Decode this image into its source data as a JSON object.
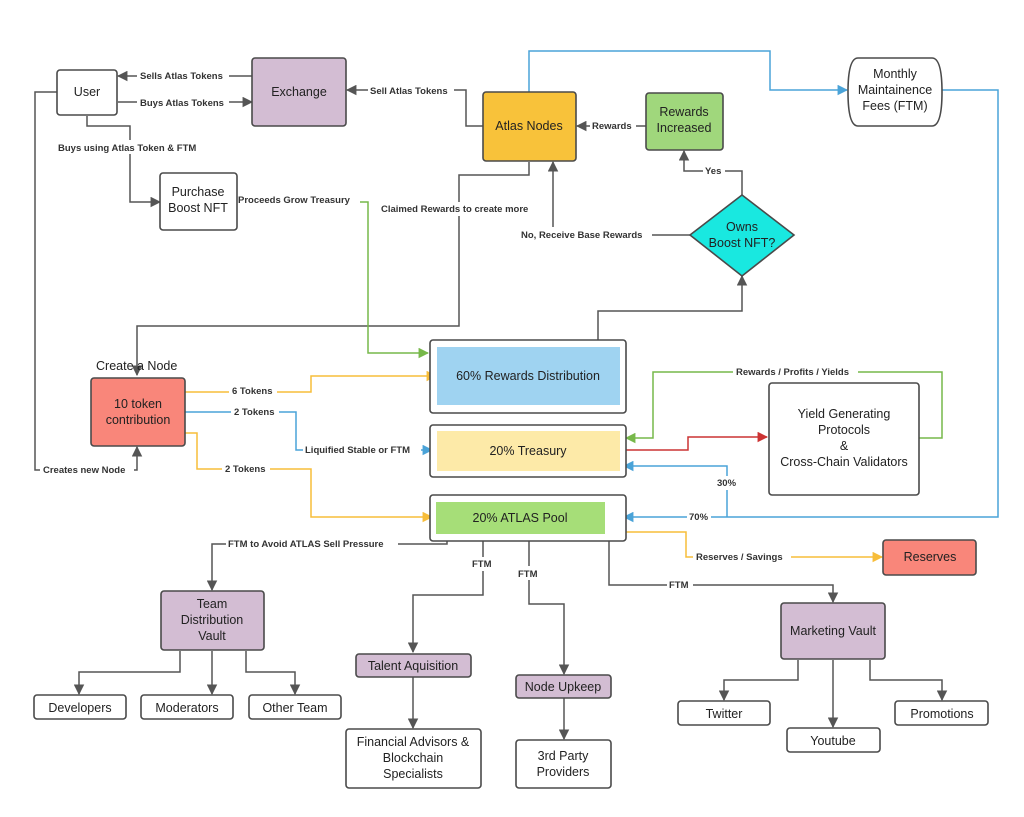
{
  "colors": {
    "purple": "#d3bdd3",
    "orange": "#f8c23a",
    "green": "#a0d77c",
    "cyan": "#19e8e0",
    "salmon": "#f9867a",
    "blue": "#9fd3f1",
    "yellow": "#fdeaa8",
    "pool_green": "#a6de78"
  },
  "nodes": {
    "user": "User",
    "exchange": "Exchange",
    "atlas_nodes": "Atlas Nodes",
    "rewards_increased": [
      "Rewards",
      "Increased"
    ],
    "monthly_fees": [
      "Monthly",
      "Maintainence",
      "Fees (FTM)"
    ],
    "purchase_boost": [
      "Purchase",
      "Boost NFT"
    ],
    "owns_boost": [
      "Owns",
      "Boost NFT?"
    ],
    "create_node_label": "Create a Node",
    "token_contribution": [
      "10 token",
      "contribution"
    ],
    "rewards_distribution": "60% Rewards Distribution",
    "treasury": "20% Treasury",
    "atlas_pool": "20% ATLAS Pool",
    "yield_protocols": [
      "Yield Generating",
      "Protocols",
      "&",
      "Cross-Chain Validators"
    ],
    "reserves": "Reserves",
    "team_vault": [
      "Team",
      "Distribution",
      "Vault"
    ],
    "developers": "Developers",
    "moderators": "Moderators",
    "other_team": "Other Team",
    "talent": "Talent Aquisition",
    "financial": [
      "Financial Advisors &",
      "Blockchain",
      "Specialists"
    ],
    "node_upkeep": "Node Upkeep",
    "third_party": [
      "3rd Party",
      "Providers"
    ],
    "marketing_vault": "Marketing Vault",
    "twitter": "Twitter",
    "youtube": "Youtube",
    "promotions": "Promotions"
  },
  "edges": {
    "sells_atlas": "Sells Atlas Tokens",
    "buys_atlas": "Buys Atlas Tokens",
    "sell_atlas": "Sell Atlas Tokens",
    "rewards": "Rewards",
    "buys_using": "Buys using Atlas Token & FTM",
    "proceeds": "Proceeds Grow Treasury",
    "claimed": "Claimed Rewards to create more",
    "yes": "Yes",
    "no_base": "No, Receive Base Rewards",
    "six_tokens": "6 Tokens",
    "two_tokens_a": "2 Tokens",
    "two_tokens_b": "2 Tokens",
    "liquified": "Liquified Stable or FTM",
    "creates_new": "Creates new Node",
    "rewards_profits": "Rewards / Profits / Yields",
    "pct30": "30%",
    "pct70": "70%",
    "ftm_avoid": "FTM to Avoid ATLAS Sell Pressure",
    "reserves_savings": "Reserves / Savings",
    "ftm_1": "FTM",
    "ftm_2": "FTM",
    "ftm_3": "FTM"
  }
}
